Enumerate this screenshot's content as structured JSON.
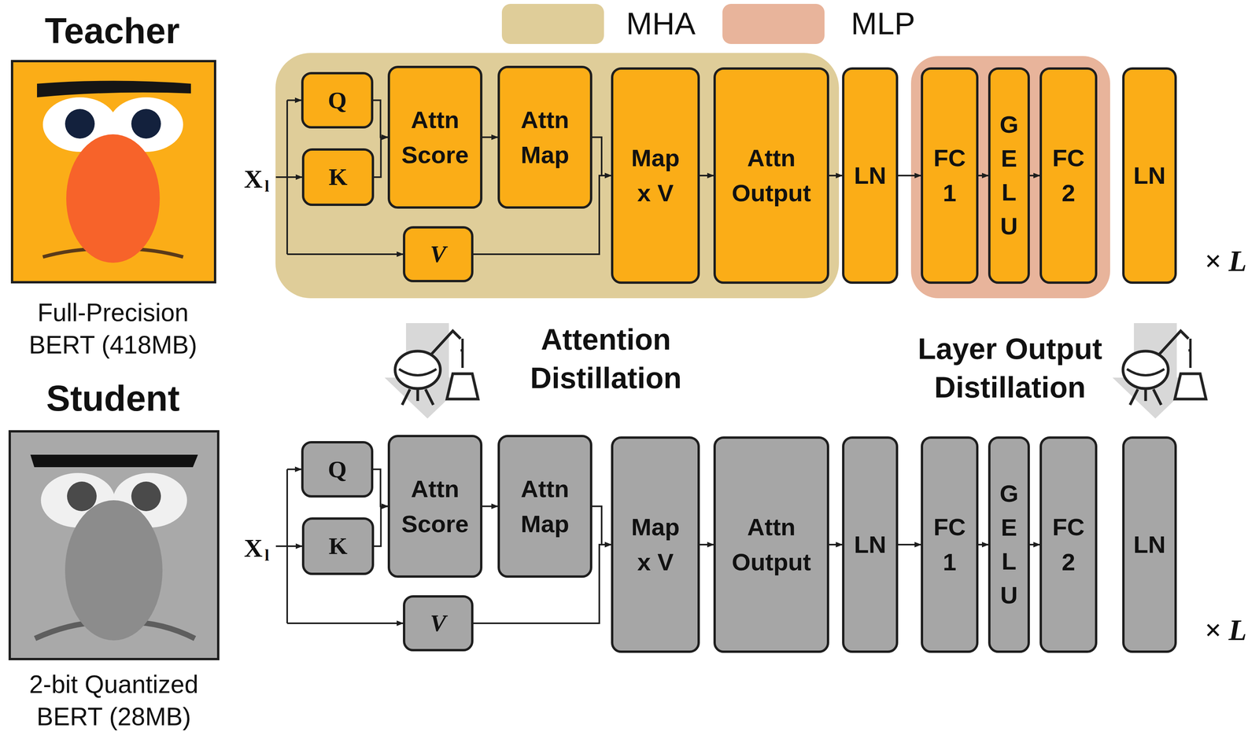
{
  "diagram": {
    "nodes": [
      {
        "text": [
          "Q"
        ]
      },
      {
        "text": [
          "K"
        ]
      },
      {
        "text": [
          "Attn Score"
        ]
      },
      {
        "text": [
          "Attn Map"
        ]
      },
      {
        "text": [
          "V"
        ]
      },
      {
        "text": [
          "Map x V"
        ]
      },
      {
        "text": [
          "Attn Output"
        ]
      },
      {
        "text": [
          "LN"
        ]
      },
      {
        "text": [
          "FC 1"
        ]
      },
      {
        "text": [
          "GELU"
        ]
      },
      {
        "text": [
          "FC 2"
        ]
      },
      {
        "text": [
          "LN"
        ]
      },
      {
        "text": [
          "Q"
        ]
      },
      {
        "text": [
          "K"
        ]
      },
      {
        "text": [
          "Attn Score"
        ]
      },
      {
        "text": [
          "Attn Map"
        ]
      },
      {
        "text": [
          "V"
        ]
      },
      {
        "text": [
          "Map x V"
        ]
      },
      {
        "text": [
          "Attn Output"
        ]
      },
      {
        "text": [
          "LN"
        ]
      },
      {
        "text": [
          "FC 1"
        ]
      },
      {
        "text": [
          "GELU"
        ]
      },
      {
        "text": [
          "FC 2"
        ]
      },
      {
        "text": [
          "LN"
        ]
      }
    ],
    "edges": [
      {
        "from": 0,
        "to": 2,
        "arrow": "to"
      },
      {
        "from": 1,
        "to": 2,
        "arrow": "to"
      },
      {
        "from": 2,
        "to": 3,
        "arrow": "to"
      },
      {
        "from": 3,
        "to": 5,
        "arrow": "to"
      },
      {
        "from": 4,
        "to": 5,
        "arrow": "to"
      },
      {
        "from": 5,
        "to": 6,
        "arrow": "to"
      },
      {
        "from": 6,
        "to": 7,
        "arrow": "to"
      },
      {
        "from": 7,
        "to": 8,
        "arrow": "to"
      },
      {
        "from": 8,
        "to": 9,
        "arrow": "to"
      },
      {
        "from": 9,
        "to": 10,
        "arrow": "to"
      },
      {
        "from": 12,
        "to": 14,
        "arrow": "to"
      },
      {
        "from": 13,
        "to": 14,
        "arrow": "to"
      },
      {
        "from": 14,
        "to": 15,
        "arrow": "to"
      },
      {
        "from": 15,
        "to": 17,
        "arrow": "to"
      },
      {
        "from": 16,
        "to": 17,
        "arrow": "to"
      },
      {
        "from": 17,
        "to": 18,
        "arrow": "to"
      },
      {
        "from": 18,
        "to": 19,
        "arrow": "to"
      },
      {
        "from": 19,
        "to": 20,
        "arrow": "to"
      },
      {
        "from": 20,
        "to": 21,
        "arrow": "to"
      },
      {
        "from": 21,
        "to": 22,
        "arrow": "to"
      }
    ],
    "labels": [
      "Teacher",
      "Full-Precision BERT (418MB)",
      "Student",
      "2-bit Quantized BERT (28MB)",
      "X",
      "l",
      "× L",
      "Attention Distillation",
      "Layer Output Distillation",
      "X",
      "l",
      "× L"
    ],
    "legend": [
      {
        "text": "MHA",
        "color": "#dfcd99"
      },
      {
        "text": "MLP",
        "color": "#e8b49b"
      }
    ]
  }
}
